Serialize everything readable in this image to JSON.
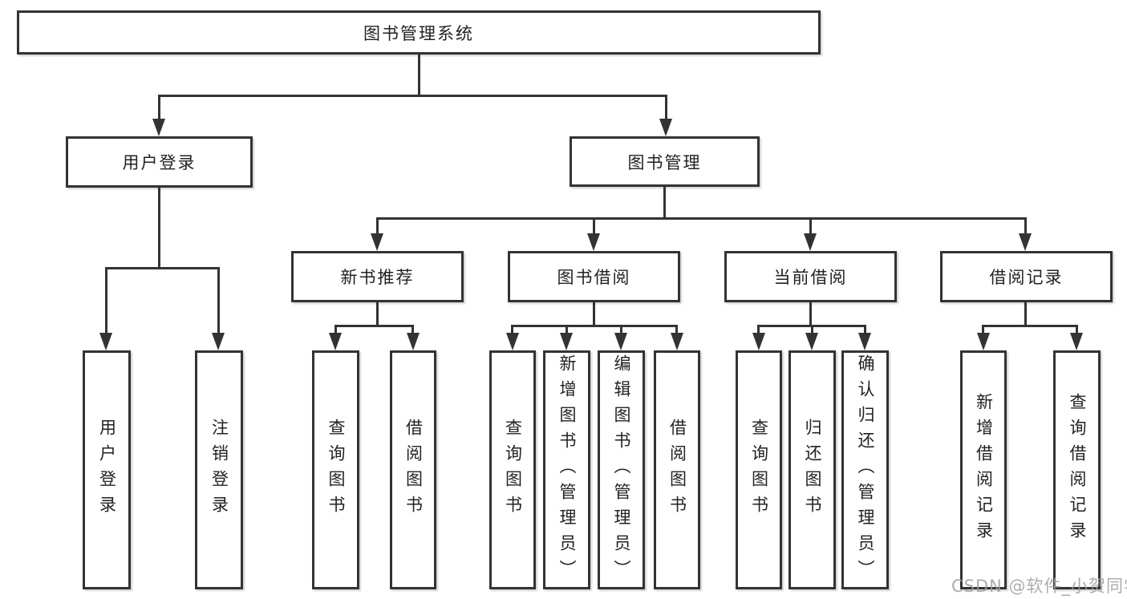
{
  "diagram": {
    "root": {
      "label": "图书管理系统"
    },
    "level2": [
      {
        "label": "用户登录",
        "children": [
          "用户登录",
          "注销登录"
        ]
      },
      {
        "label": "图书管理",
        "groups": [
          {
            "label": "新书推荐",
            "children": [
              "查询图书",
              "借阅图书"
            ]
          },
          {
            "label": "图书借阅",
            "children": [
              "查询图书",
              "新增图书（管理员）",
              "编辑图书（管理员）",
              "借阅图书"
            ]
          },
          {
            "label": "当前借阅",
            "children": [
              "查询图书",
              "归还图书",
              "确认归还（管理员）"
            ]
          },
          {
            "label": "借阅记录",
            "children": [
              "新增借阅记录",
              "查询借阅记录"
            ]
          }
        ]
      }
    ]
  },
  "watermark": {
    "text": "CSDN @软件_小贺同学"
  },
  "colors": {
    "line": "#333333",
    "box_border": "#333333",
    "box_fill": "#ffffff",
    "text": "#222222",
    "watermark": "#9e9e9e"
  }
}
